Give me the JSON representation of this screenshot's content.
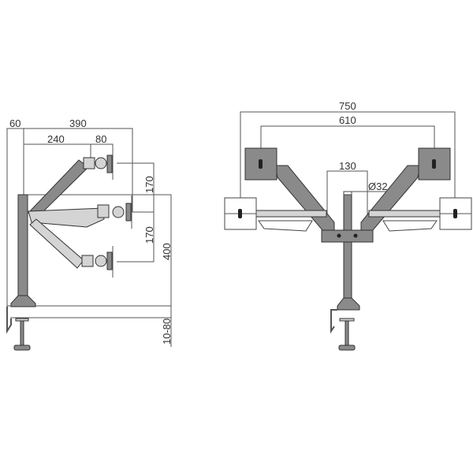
{
  "side_view": {
    "dims": {
      "offset": "60",
      "max_reach": "390",
      "arm_reach": "240",
      "head_depth": "80",
      "height_step_upper": "170",
      "height_step_lower": "170",
      "pole_height": "400",
      "desk_thickness": "10-80"
    }
  },
  "front_view": {
    "dims": {
      "outer_width": "750",
      "inner_width": "610",
      "hub_width": "130",
      "pole_diameter": "Ø32"
    }
  }
}
